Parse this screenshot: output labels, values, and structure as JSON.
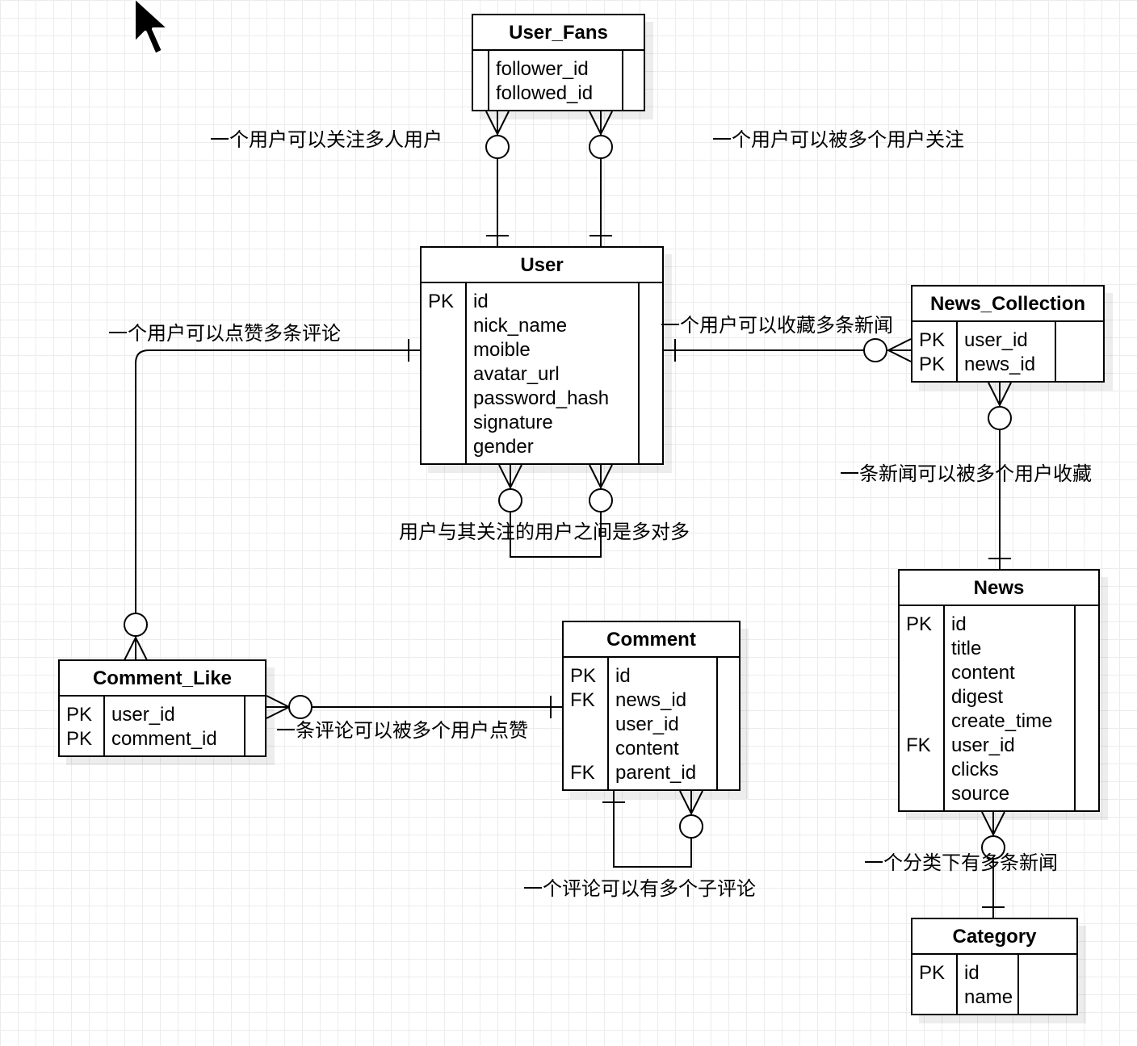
{
  "entities": [
    {
      "name": "User_Fans",
      "keys": [
        "",
        ""
      ],
      "fields": [
        "follower_id",
        "followed_id"
      ]
    },
    {
      "name": "User",
      "keys": [
        "PK",
        "",
        "",
        "",
        "",
        "",
        ""
      ],
      "fields": [
        "id",
        "nick_name",
        "moible",
        "avatar_url",
        "password_hash",
        "signature",
        "gender"
      ]
    },
    {
      "name": "News_Collection",
      "keys": [
        "PK",
        "PK"
      ],
      "fields": [
        "user_id",
        "news_id"
      ]
    },
    {
      "name": "News",
      "keys": [
        "PK",
        "",
        "",
        "",
        "",
        "FK",
        "",
        ""
      ],
      "fields": [
        "id",
        "title",
        "content",
        "digest",
        "create_time",
        "user_id",
        "clicks",
        "source"
      ]
    },
    {
      "name": "Comment",
      "keys": [
        "PK",
        "FK",
        "",
        "",
        "FK"
      ],
      "fields": [
        "id",
        "news_id",
        "user_id",
        "content",
        "parent_id"
      ]
    },
    {
      "name": "Comment_Like",
      "keys": [
        "PK",
        "PK"
      ],
      "fields": [
        "user_id",
        "comment_id"
      ]
    },
    {
      "name": "Category",
      "keys": [
        "PK",
        ""
      ],
      "fields": [
        "id",
        "name"
      ]
    }
  ],
  "relationship_labels": [
    "一个用户可以关注多人用户",
    "一个用户可以被多个用户关注",
    "一个用户可以点赞多条评论",
    "一个用户可以收藏多条新闻",
    "一条新闻可以被多个用户收藏",
    "用户与其关注的用户之间是多对多",
    "一条评论可以被多个用户点赞",
    "一个评论可以有多个子评论",
    "一个分类下有多条新闻"
  ],
  "colors": {
    "line": "#000000",
    "box": "#ffffff",
    "grid": "#ececec"
  },
  "icons": {
    "cursor": "mouse-pointer-icon"
  }
}
